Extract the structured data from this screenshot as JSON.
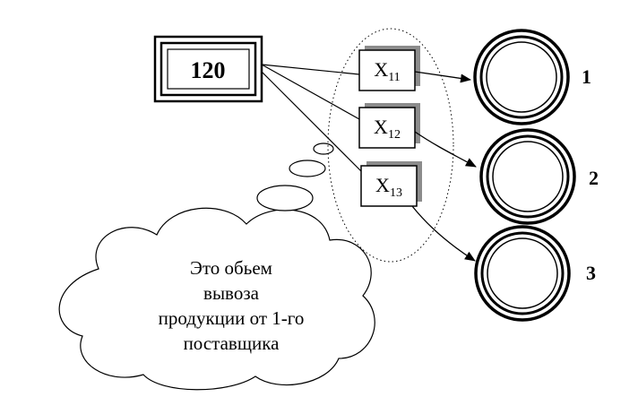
{
  "supplier": {
    "value": "120"
  },
  "variables": [
    {
      "base": "X",
      "sub": "11"
    },
    {
      "base": "X",
      "sub": "12"
    },
    {
      "base": "X",
      "sub": "13"
    }
  ],
  "consumers": [
    {
      "label": "1"
    },
    {
      "label": "2"
    },
    {
      "label": "3"
    }
  ],
  "callout": {
    "lines": [
      "Это обьем",
      "вывоза",
      "продукции от 1-го",
      "поставщика"
    ]
  }
}
